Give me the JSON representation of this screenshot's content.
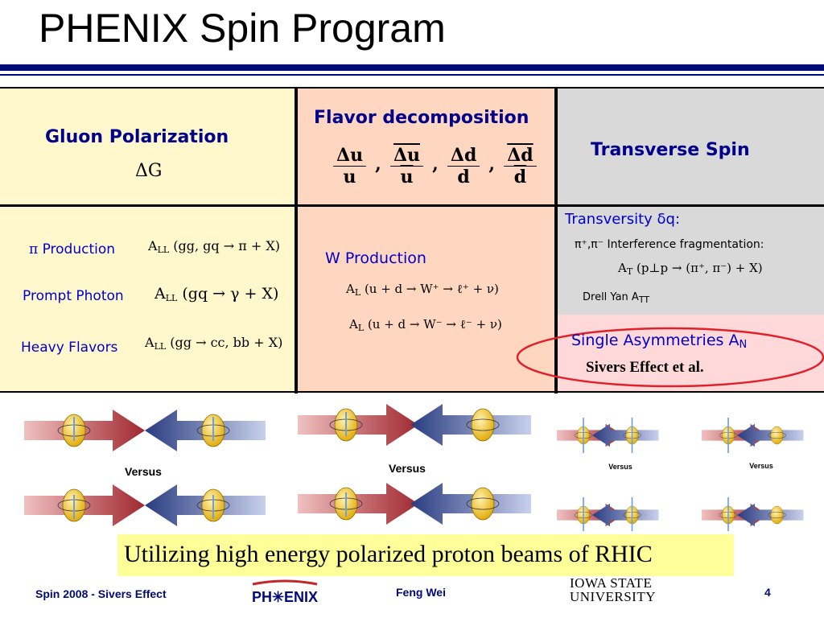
{
  "title": "PHENIX Spin Program",
  "headers": {
    "gluon": "Gluon Polarization",
    "gluon_symbol": "ΔG",
    "flavor": "Flavor decomposition",
    "transverse": "Transverse Spin"
  },
  "flavor_fracs": [
    {
      "num": "Δu",
      "den": "u",
      "bar": false
    },
    {
      "num": "Δu",
      "den": "u",
      "bar": true
    },
    {
      "num": "Δd",
      "den": "d",
      "bar": false
    },
    {
      "num": "Δd",
      "den": "d",
      "bar": true
    }
  ],
  "gluon_rows": [
    {
      "label_prefix": "π",
      "label": " Production",
      "formula": "(gg, gq → π + X)"
    },
    {
      "label": "Prompt Photon",
      "formula": "(gq → γ + X)"
    },
    {
      "label": "Heavy Flavors",
      "formula": "(gg → cc, bb + X)"
    }
  ],
  "asym_LL": "A",
  "asym_LL_sub": "LL",
  "w_production": "W Production",
  "w_formula_1": "(u + d → W⁺ → ℓ⁺ + ν)",
  "w_formula_2": "(u + d → W⁻ → ℓ⁻ + ν)",
  "transversity": {
    "title": "Transversity δq:",
    "interference": "π⁺,π⁻ Interference fragmentation:",
    "interference_formula": "(p⊥p → (π⁺, π⁻) + X)",
    "drell_yan": "Drell Yan A",
    "drell_yan_sub": "TT"
  },
  "single": {
    "title": "Single Asymmetries A",
    "title_sub": "N",
    "subtitle": "Sivers Effect et al."
  },
  "versus_label": "Versus",
  "banner": "Utilizing high energy polarized proton beams of RHIC",
  "footer": {
    "left": "Spin 2008 - Sivers Effect",
    "center": "Feng Wei",
    "page": "4",
    "logo_phenix": "PH✳ENIX",
    "logo_isu_1": "IOWA STATE",
    "logo_isu_2": "UNIVERSITY"
  },
  "colors": {
    "title_bar": "#000a78",
    "gluon_bg": "#fff8cc",
    "flavor_bg": "#ffd6bf",
    "transverse_bg": "#d9d9d9",
    "single_bg": "#ffd9d9",
    "banner_bg": "#ffff99",
    "arrow_red": "#b0383f",
    "arrow_blue": "#3a4f8f",
    "proton": "#f7c51e"
  }
}
